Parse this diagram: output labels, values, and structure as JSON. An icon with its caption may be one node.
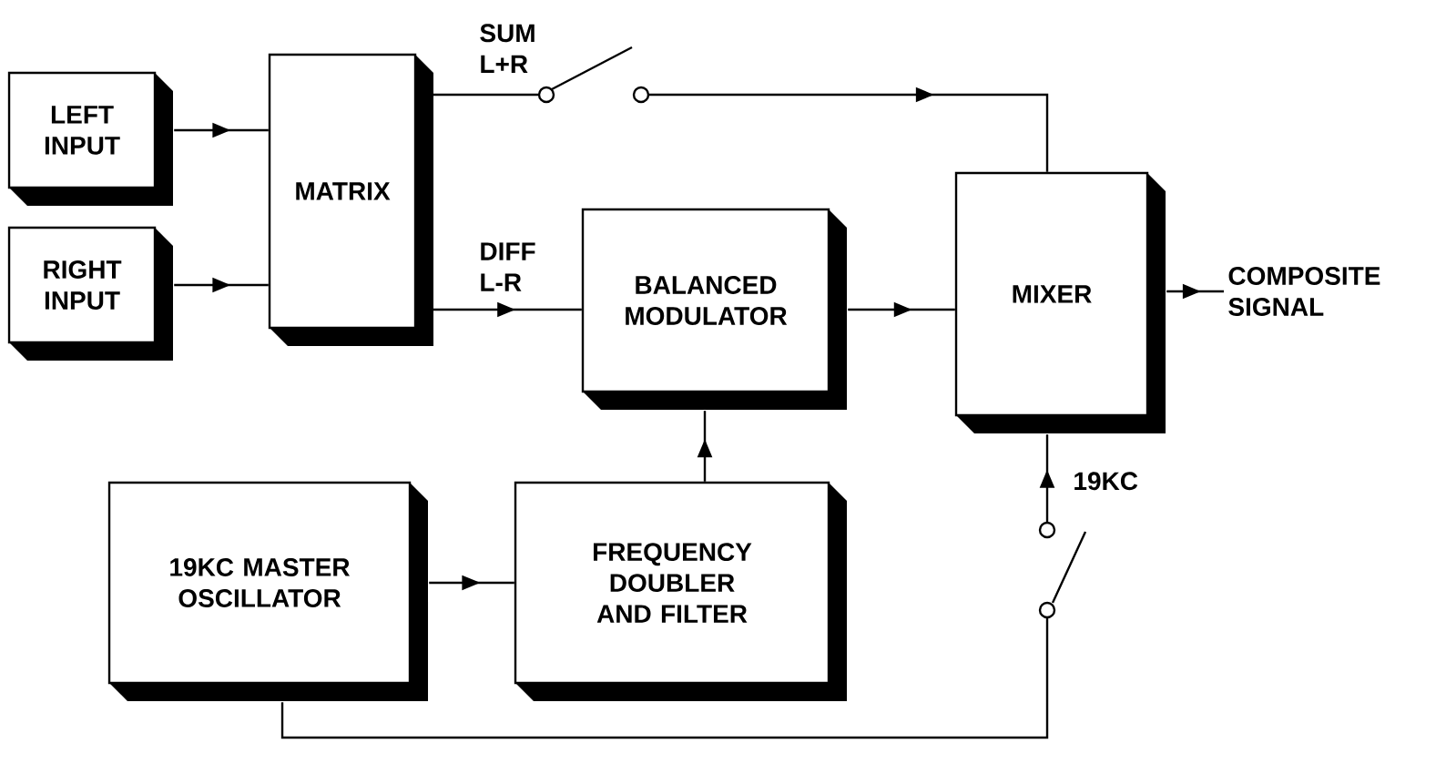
{
  "diagram": {
    "nodes": [
      {
        "text": [
          "LEFT INPUT"
        ]
      },
      {
        "text": [
          "RIGHT INPUT"
        ]
      },
      {
        "text": [
          "MATRIX"
        ]
      },
      {
        "text": [
          "BALANCED MODULATOR"
        ]
      },
      {
        "text": [
          "MIXER"
        ]
      },
      {
        "text": [
          "19KC MASTER OSCILLATOR"
        ]
      },
      {
        "text": [
          "FREQUENCY DOUBLER AND FILTER"
        ]
      },
      {
        "text": [
          "COMPOSITE SIGNAL"
        ]
      },
      {
        "text": [],
        "shape": "switch"
      },
      {
        "text": [],
        "shape": "switch"
      }
    ],
    "edges": [
      {
        "from": 0,
        "to": 2,
        "arrow": "to"
      },
      {
        "from": 1,
        "to": 2,
        "arrow": "to"
      },
      {
        "from": 2,
        "to": 8,
        "arrow": "none",
        "label": "SUM L+R"
      },
      {
        "from": 8,
        "to": 4,
        "arrow": "to"
      },
      {
        "from": 2,
        "to": 3,
        "arrow": "to",
        "label": "DIFF L-R"
      },
      {
        "from": 3,
        "to": 4,
        "arrow": "to"
      },
      {
        "from": 6,
        "to": 3,
        "arrow": "to"
      },
      {
        "from": 5,
        "to": 6,
        "arrow": "to"
      },
      {
        "from": 5,
        "to": 9,
        "arrow": "none"
      },
      {
        "from": 9,
        "to": 4,
        "arrow": "to",
        "label": "19KC"
      },
      {
        "from": 4,
        "to": 7,
        "arrow": "to"
      }
    ]
  }
}
